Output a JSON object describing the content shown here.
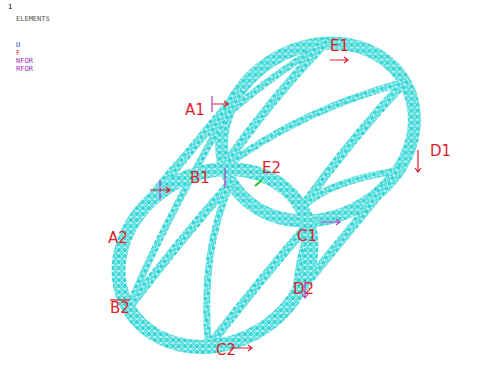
{
  "diagram": {
    "labels": [
      "1",
      "ELEMENTS",
      "U",
      "F",
      "NFOR",
      "RFOR",
      "A1",
      "E1",
      "D1",
      "B1",
      "E2",
      "A2",
      "C1",
      "D2",
      "B2",
      "C2"
    ]
  }
}
